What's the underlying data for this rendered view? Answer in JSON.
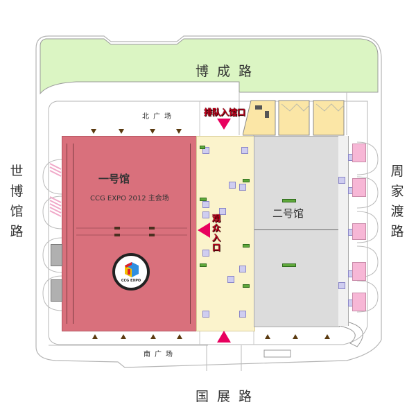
{
  "map": {
    "roads": {
      "north": "博成路",
      "south": "国展路",
      "west": [
        "世",
        "博",
        "馆",
        "路"
      ],
      "east": [
        "周",
        "家",
        "渡",
        "路"
      ]
    },
    "plazas": {
      "north": "北广场",
      "south": "南广场"
    },
    "halls": {
      "hall1": {
        "title": "一号馆",
        "subtitle": "CCG EXPO 2012 主会场",
        "color": "#d9707c"
      },
      "hall2": {
        "title": "二号馆",
        "color": "#dcdcdc"
      },
      "corridor": {
        "color": "#fbf3cc"
      }
    },
    "entrances": {
      "queue": {
        "label": "排队入馆口",
        "color": "#e8005e"
      },
      "audience": {
        "label": [
          "观",
          "众",
          "入",
          "口"
        ],
        "color": "#e8005e"
      },
      "south_arrow_color": "#e8005e"
    },
    "logo": {
      "text": "CCG EXPO"
    },
    "colors": {
      "green_area": "#dbf5c3",
      "outline": "#9a9a9a",
      "hall1": "#d9707c",
      "hall2": "#dcdcdc",
      "corridor": "#fbf3cc",
      "entry_arrow": "#e8005e",
      "pink_bay": "#f7b7d6",
      "booth": "#cfcdf0"
    }
  }
}
